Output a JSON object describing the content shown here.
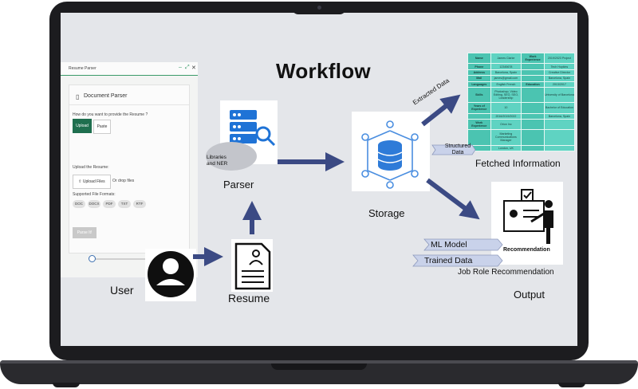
{
  "diagram": {
    "title": "Workflow",
    "nodes": {
      "user": "User",
      "resume": "Resume",
      "parser": "Parser",
      "libraries": "Libraries and NER",
      "storage": "Storage",
      "fetched": "Fetched Information",
      "job": "Job Role Recommendation",
      "output": "Output",
      "recommendation": "Recommendation"
    },
    "edge_labels": {
      "extracted": "Extracted Data",
      "structured": "Structured Data",
      "ml_model": "ML Model",
      "trained": "Trained Data"
    }
  },
  "resume_parser": {
    "window_title": "Resume Parser",
    "heading": "Document Parser",
    "question": "How do you want to provide the Resume ?",
    "upload_tab": "Upload",
    "paste_tab": "Paste",
    "upload_label": "Upload the Resume:",
    "upload_button": "Upload Files",
    "drop_text": "Or drop files",
    "formats_label": "Supported File Formats:",
    "formats": [
      "DOC",
      "DOCX",
      "PDF",
      "TXT",
      "RTF"
    ],
    "parse_button": "Parse It!"
  },
  "fetched_table": {
    "rows": [
      [
        "Name",
        "James Clarke",
        "Work Experience",
        "2019/2023 Project"
      ],
      [
        "Phone",
        "12345678",
        "",
        "Tech Hopkins"
      ],
      [
        "Address",
        "Barcelona, Spain",
        "",
        "Creative Director"
      ],
      [
        "Mail",
        "james@gmail.com",
        "",
        "Barcelona, Spain"
      ],
      [
        "Languages",
        "English French",
        "Education",
        "2013/2017"
      ],
      [
        "Skills",
        "Photoshop, Video Editing, SEO, SEO, Leadership",
        "",
        "University of Barcelona"
      ],
      [
        "Years of Experience",
        "10",
        "",
        "Bachelor of Education"
      ],
      [
        "",
        "2016/2019/2022",
        "",
        "Barcelona, Spain"
      ],
      [
        "Work Experience",
        "Orion Inc",
        "",
        ""
      ],
      [
        "",
        "Marketing Communications Manager",
        "",
        ""
      ],
      [
        "",
        "London, UK",
        "",
        ""
      ]
    ]
  },
  "colors": {
    "arrow": "#3b4a84",
    "bezel": "#1c1c1f",
    "screen": "#e4e6ea",
    "table": "#5fd3c2",
    "db": "#4a8ee0",
    "accent_green": "#1f6f4f"
  },
  "icons": [
    "user-avatar-icon",
    "resume-document-icon",
    "server-search-icon",
    "database-network-icon",
    "recommendation-icon"
  ]
}
